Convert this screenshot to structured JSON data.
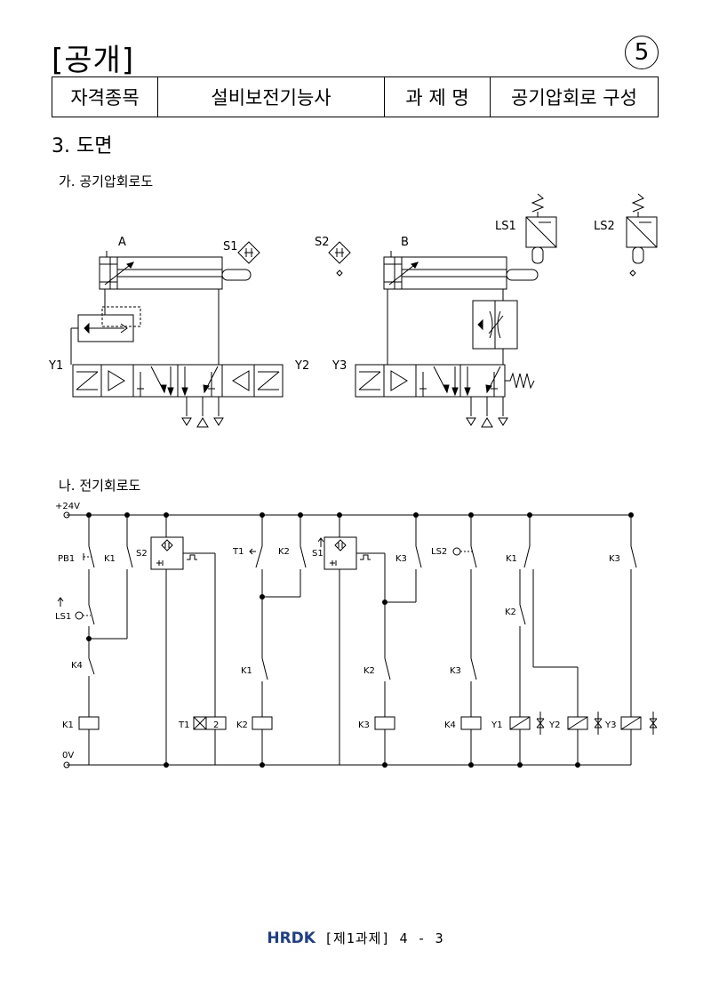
{
  "header": {
    "label": "[공개]",
    "page_circle": "5",
    "table": [
      "자격종목",
      "설비보전기능사",
      "과 제 명",
      "공기압회로 구성"
    ]
  },
  "section_title": "3. 도면",
  "pneumatic": {
    "title": "가. 공기압회로도",
    "labels": {
      "A": "A",
      "S1": "S1",
      "S2": "S2",
      "B": "B",
      "LS1": "LS1",
      "LS2": "LS2",
      "Y1": "Y1",
      "Y2": "Y2",
      "Y3": "Y3"
    }
  },
  "electric": {
    "title": "나. 전기회로도",
    "supply_top": "+24V",
    "supply_bottom": "0V",
    "labels": {
      "PB1": "PB1",
      "K1": "K1",
      "S2": "S2",
      "T1": "T1",
      "K2": "K2",
      "S1": "S1",
      "K3": "K3",
      "LS2": "LS2",
      "LS1": "LS1",
      "K4": "K4",
      "Y1": "Y1",
      "Y2": "Y2",
      "Y3": "Y3",
      "T1_value": "2"
    }
  },
  "footer": {
    "logo": "HRDK",
    "text": "[제1과제] 4 - 3"
  }
}
